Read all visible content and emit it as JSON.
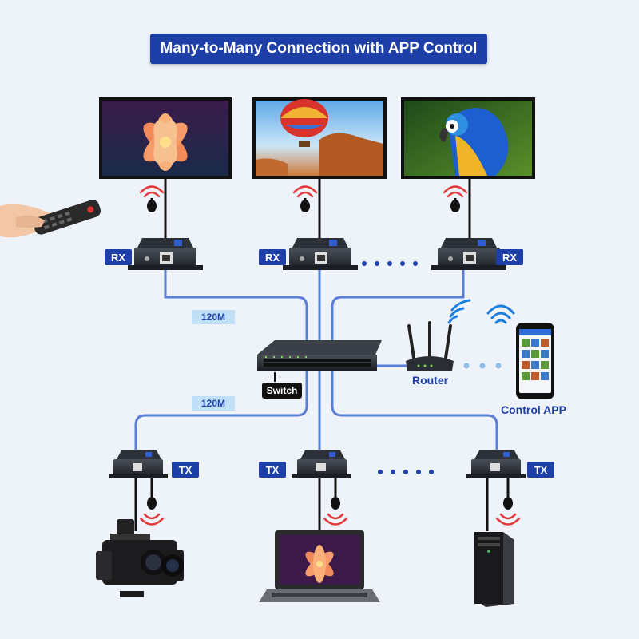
{
  "title": "Many-to-Many Connection with APP Control",
  "labels": {
    "rx": "RX",
    "tx": "TX",
    "speed": "120M",
    "switch": "Switch",
    "router": "Router",
    "control_app": "Control APP",
    "dots": "• • • • •"
  },
  "colors": {
    "accent": "#1f3fa8",
    "cable": "#5b7fd6",
    "speed_bg": "#bfe0f7",
    "signal": "#e23b3b",
    "wifi": "#1f7fe0"
  },
  "icons": [
    "display-monitor-icon",
    "ir-remote-icon",
    "hdmi-extender-icon",
    "network-switch-icon",
    "router-icon",
    "wifi-icon",
    "smartphone-icon",
    "camcorder-icon",
    "laptop-icon",
    "desktop-pc-icon"
  ]
}
